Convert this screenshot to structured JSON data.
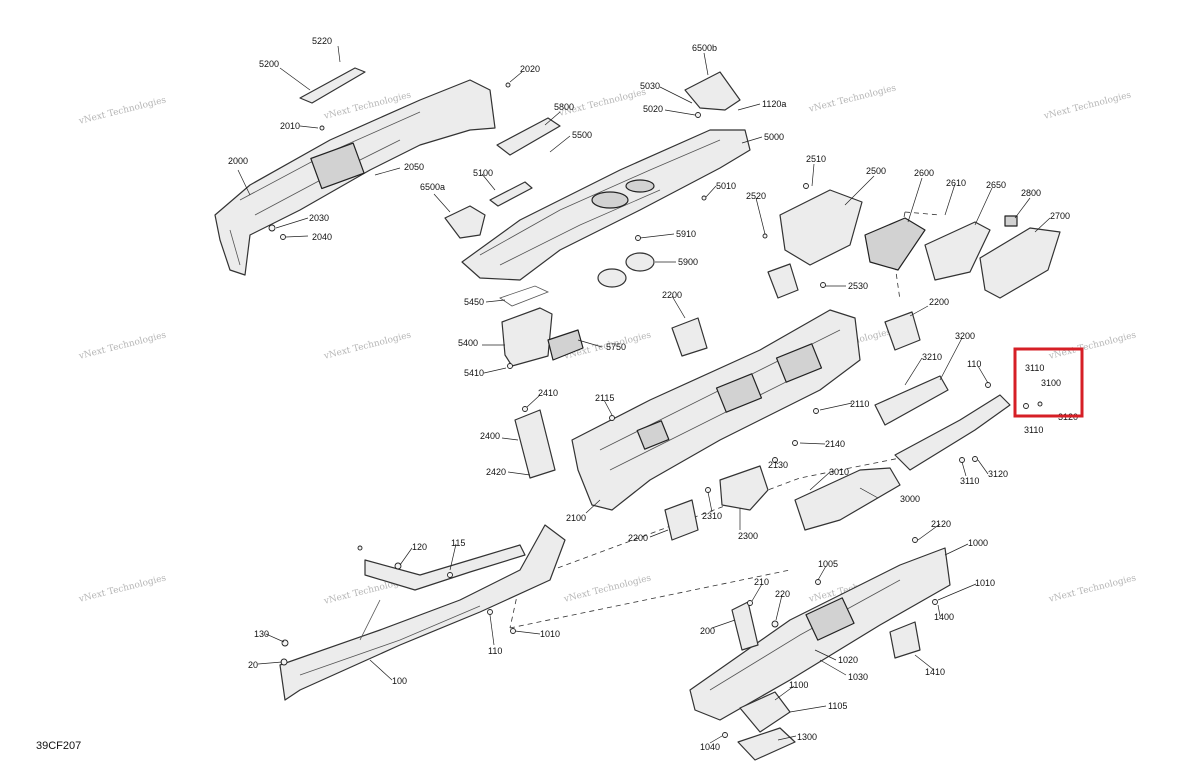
{
  "diagram_code": "39CF207",
  "watermark_text": "vNext Technologies",
  "highlight_color": "#d61f26",
  "callouts": {
    "c5220": "5220",
    "c5200": "5200",
    "c2020": "2020",
    "c2010": "2010",
    "c2000": "2000",
    "c2050": "2050",
    "c2030": "2030",
    "c2040": "2040",
    "c6500b": "6500b",
    "c5030": "5030",
    "c5020": "5020",
    "c1120a": "1120a",
    "c5800": "5800",
    "c5500": "5500",
    "c5000": "5000",
    "c5100": "5100",
    "c6500a": "6500a",
    "c5010": "5010",
    "c2510": "2510",
    "c2500": "2500",
    "c2600": "2600",
    "c2610": "2610",
    "c2650": "2650",
    "c2800": "2800",
    "c2700": "2700",
    "c2520": "2520",
    "c5910": "5910",
    "c5900": "5900",
    "c2530": "2530",
    "c5450": "5450",
    "c2200a": "2200",
    "c2200b": "2200",
    "c5400": "5400",
    "c5750": "5750",
    "c5410": "5410",
    "c3200": "3200",
    "c3210": "3210",
    "c110a": "110",
    "c3110a": "3110",
    "c3100": "3100",
    "c3120a": "3120",
    "c3110b": "3110",
    "c2410": "2410",
    "c2115": "2115",
    "c2110": "2110",
    "c2400": "2400",
    "c2140": "2140",
    "c2420": "2420",
    "c2130": "2130",
    "c3010": "3010",
    "c3110c": "3110",
    "c3120b": "3120",
    "c3000": "3000",
    "c2100": "2100",
    "c2310": "2310",
    "c2200c": "2200",
    "c2300": "2300",
    "c120": "120",
    "c115": "115",
    "c2120": "2120",
    "c1000": "1000",
    "c1005": "1005",
    "c210": "210",
    "c220": "220",
    "c1010a": "1010",
    "c1400": "1400",
    "c130": "130",
    "c200": "200",
    "c20": "20",
    "c110b": "110",
    "c1010b": "1010",
    "c1410": "1410",
    "c1020": "1020",
    "c1030": "1030",
    "c100": "100",
    "c1100": "1100",
    "c1105": "1105",
    "c1300": "1300",
    "c1040": "1040"
  }
}
